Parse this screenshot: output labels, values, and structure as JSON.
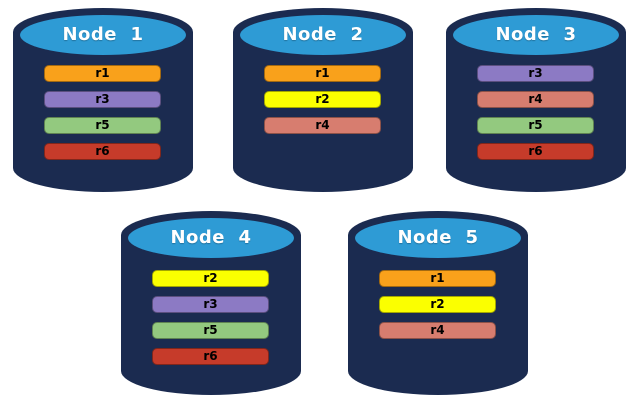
{
  "cylinder": {
    "body_color": "#1B2B50",
    "top_color": "#2E9BD5",
    "title_color": "#FFFFFF"
  },
  "replica_colors": {
    "r1": "#F9A11B",
    "r2": "#FBFF00",
    "r3": "#8C7AC4",
    "r4": "#D77D6F",
    "r5": "#93C97F",
    "r6": "#C63B2A"
  },
  "nodes": [
    {
      "title": "Node  1",
      "replicas": [
        {
          "label": "r1",
          "color": "#F9A11B"
        },
        {
          "label": "r3",
          "color": "#8C7AC4"
        },
        {
          "label": "r5",
          "color": "#93C97F"
        },
        {
          "label": "r6",
          "color": "#C63B2A"
        }
      ]
    },
    {
      "title": "Node  2",
      "replicas": [
        {
          "label": "r1",
          "color": "#F9A11B"
        },
        {
          "label": "r2",
          "color": "#FBFF00"
        },
        {
          "label": "r4",
          "color": "#D77D6F"
        }
      ]
    },
    {
      "title": "Node  3",
      "replicas": [
        {
          "label": "r3",
          "color": "#8C7AC4"
        },
        {
          "label": "r4",
          "color": "#D77D6F"
        },
        {
          "label": "r5",
          "color": "#93C97F"
        },
        {
          "label": "r6",
          "color": "#C63B2A"
        }
      ]
    },
    {
      "title": "Node  4",
      "replicas": [
        {
          "label": "r2",
          "color": "#FBFF00"
        },
        {
          "label": "r3",
          "color": "#8C7AC4"
        },
        {
          "label": "r5",
          "color": "#93C97F"
        },
        {
          "label": "r6",
          "color": "#C63B2A"
        }
      ]
    },
    {
      "title": "Node  5",
      "replicas": [
        {
          "label": "r1",
          "color": "#F9A11B"
        },
        {
          "label": "r2",
          "color": "#FBFF00"
        },
        {
          "label": "r4",
          "color": "#D77D6F"
        }
      ]
    }
  ]
}
